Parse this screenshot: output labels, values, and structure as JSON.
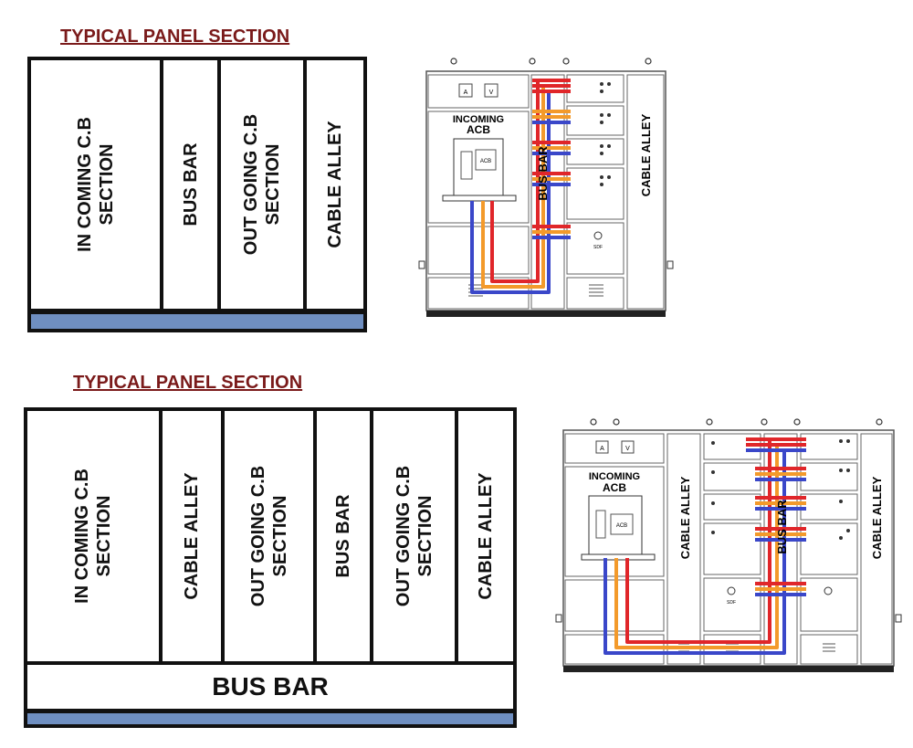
{
  "section1": {
    "title": "TYPICAL PANEL SECTION",
    "columns": [
      {
        "line1": "IN COMING C.B",
        "line2": "SECTION"
      },
      {
        "line1": "BUS BAR",
        "line2": ""
      },
      {
        "line1": "OUT GOING C.B",
        "line2": "SECTION"
      },
      {
        "line1": "CABLE ALLEY",
        "line2": ""
      }
    ]
  },
  "section2": {
    "title": "TYPICAL PANEL SECTION",
    "columns": [
      {
        "line1": "IN COMING C.B",
        "line2": "SECTION"
      },
      {
        "line1": "CABLE ALLEY",
        "line2": ""
      },
      {
        "line1": "OUT GOING C.B",
        "line2": "SECTION"
      },
      {
        "line1": "BUS BAR",
        "line2": ""
      },
      {
        "line1": "OUT GOING C.B",
        "line2": "SECTION"
      },
      {
        "line1": "CABLE ALLEY",
        "line2": ""
      }
    ],
    "bottom_bar": "BUS BAR"
  },
  "panel1": {
    "meter_a": "A",
    "meter_v": "V",
    "incoming_line1": "INCOMING",
    "incoming_line2": "ACB",
    "acb_label": "ACB",
    "bus_bar": "BUS BAR",
    "cable_alley": "CABLE ALLEY",
    "sdf": "SDF"
  },
  "panel2": {
    "meter_a": "A",
    "meter_v": "V",
    "incoming_line1": "INCOMING",
    "incoming_line2": "ACB",
    "acb_label": "ACB",
    "bus_bar": "BUS BAR",
    "cable_alley_left": "CABLE ALLEY",
    "cable_alley_right": "CABLE ALLEY",
    "sdf": "SDF"
  },
  "colors": {
    "title": "#7a1a1a",
    "base_blue": "#6f8fc1",
    "bus_red": "#e0262a",
    "bus_orange": "#f39a2b",
    "bus_blue": "#3a47c9"
  }
}
